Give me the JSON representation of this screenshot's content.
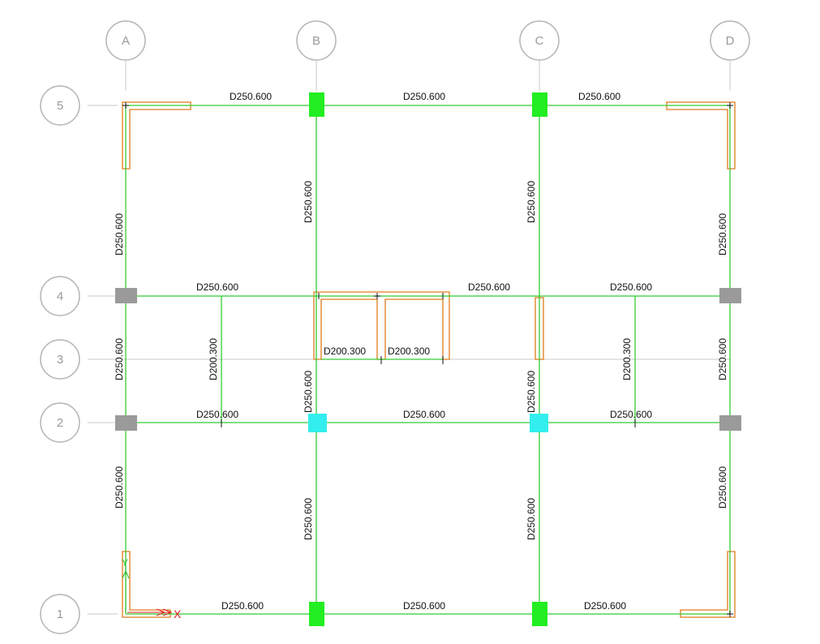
{
  "colors": {
    "beam": "#33cc33",
    "grid_line": "#c8c8c8",
    "bubble": "#b4b4b4",
    "wall_outline": "#e07b1a",
    "column_green": "#22ee22",
    "column_gray": "#9a9a9a",
    "column_cyan": "#33eeee",
    "axis_x": "#e02020",
    "axis_y": "#22bb22"
  },
  "grid": {
    "columns": [
      "A",
      "B",
      "C",
      "D"
    ],
    "rows": [
      "5",
      "4",
      "3",
      "2",
      "1"
    ]
  },
  "beams": {
    "row5": [
      "D250.600",
      "D250.600",
      "D250.600"
    ],
    "row4": [
      "D250.600",
      "D250.600",
      "D250.600"
    ],
    "row3": [
      "D200.300",
      "D200.300"
    ],
    "row2": [
      "D250.600",
      "D250.600",
      "D250.600"
    ],
    "row1": [
      "D250.600",
      "D250.600",
      "D250.600"
    ],
    "colA": [
      "D250.600",
      "D250.600",
      "D250.600"
    ],
    "colB": [
      "D250.600",
      "D250.600",
      "D250.600"
    ],
    "colC": [
      "D250.600",
      "D250.600",
      "D250.600"
    ],
    "colD": [
      "D250.600",
      "D250.600",
      "D250.600"
    ],
    "secondary": [
      "D200.300",
      "D200.300"
    ]
  },
  "axes": {
    "x": "X",
    "y": "Y"
  }
}
